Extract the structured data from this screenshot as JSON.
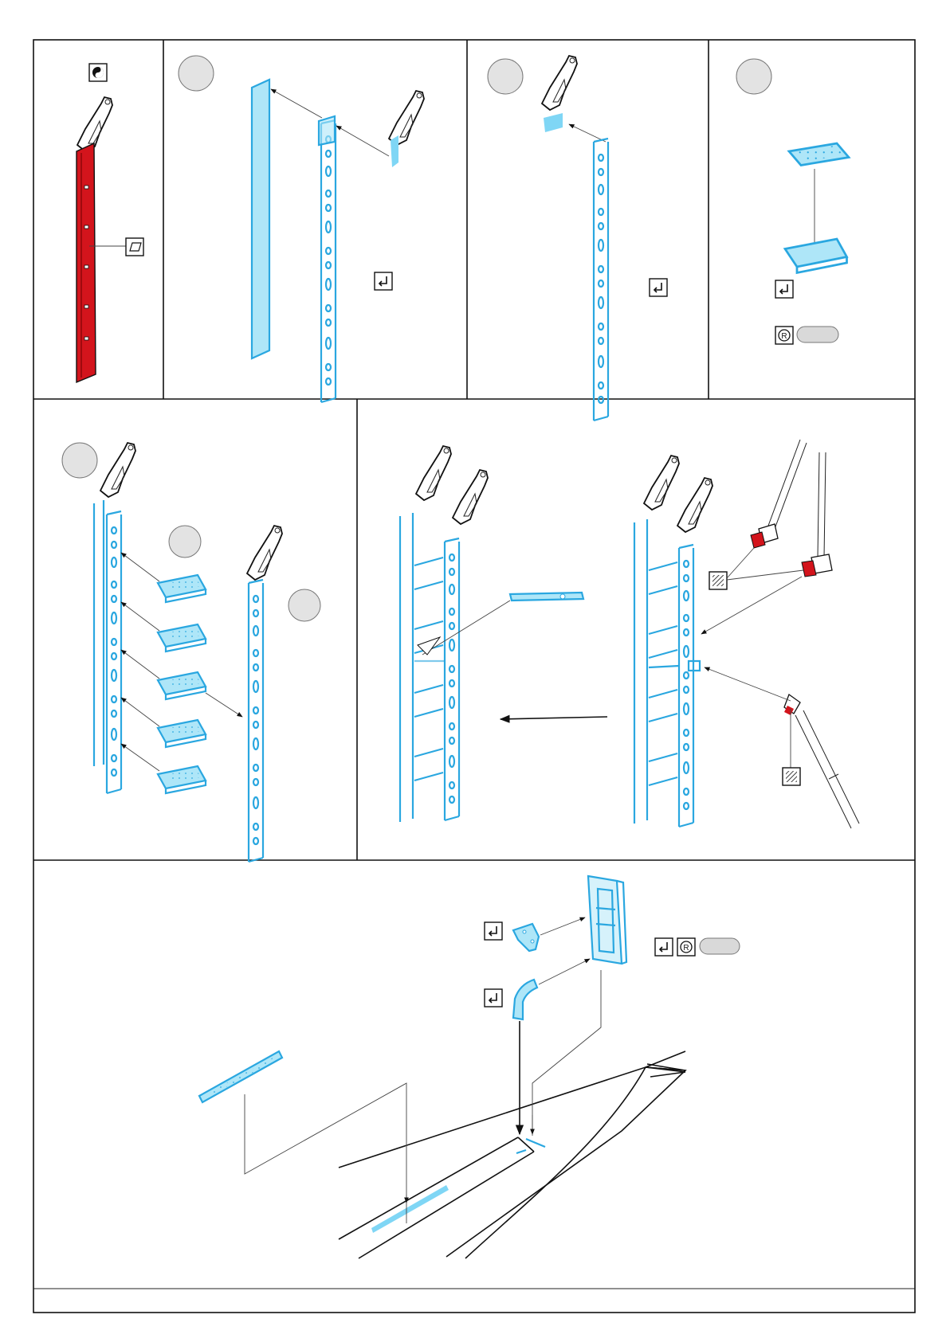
{
  "sheet": {
    "panels": [
      "panel-1",
      "panel-2",
      "panel-3",
      "panel-4",
      "panel-5",
      "panel-6",
      "panel-7"
    ],
    "colors": {
      "photo_etch_blue": "#2aa7e0",
      "photo_etch_fill": "#aee6f8",
      "paint_red": "#d3141c",
      "step_circle": "#e3e3e3"
    },
    "icons": [
      "paint-symbol-icon",
      "surface-symbol-icon",
      "bend-symbol-icon",
      "resin-symbol-icon",
      "hatched-paint-icon"
    ],
    "step_circles_text": [
      "",
      "",
      "",
      "",
      "",
      ""
    ]
  }
}
